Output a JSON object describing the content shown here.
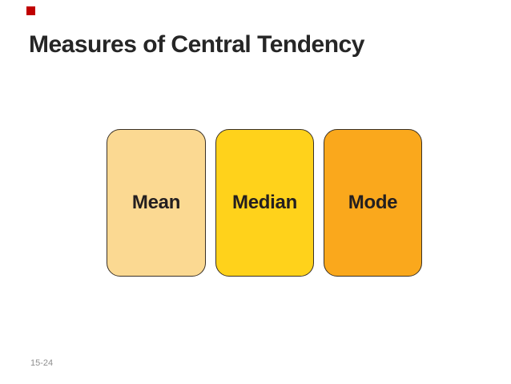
{
  "slide": {
    "title": "Measures of Central Tendency",
    "footer": "15-24",
    "boxes": [
      {
        "label": "Mean",
        "fill": "#fbd992"
      },
      {
        "label": "Median",
        "fill": "#ffd21b"
      },
      {
        "label": "Mode",
        "fill": "#faa81c"
      }
    ],
    "colors": {
      "background": "#ffffff",
      "title_text": "#262626",
      "box_border": "#3a3126",
      "box_text": "#231f20",
      "footer_text": "#8f8f8f",
      "accent_square": "#c00000"
    }
  }
}
